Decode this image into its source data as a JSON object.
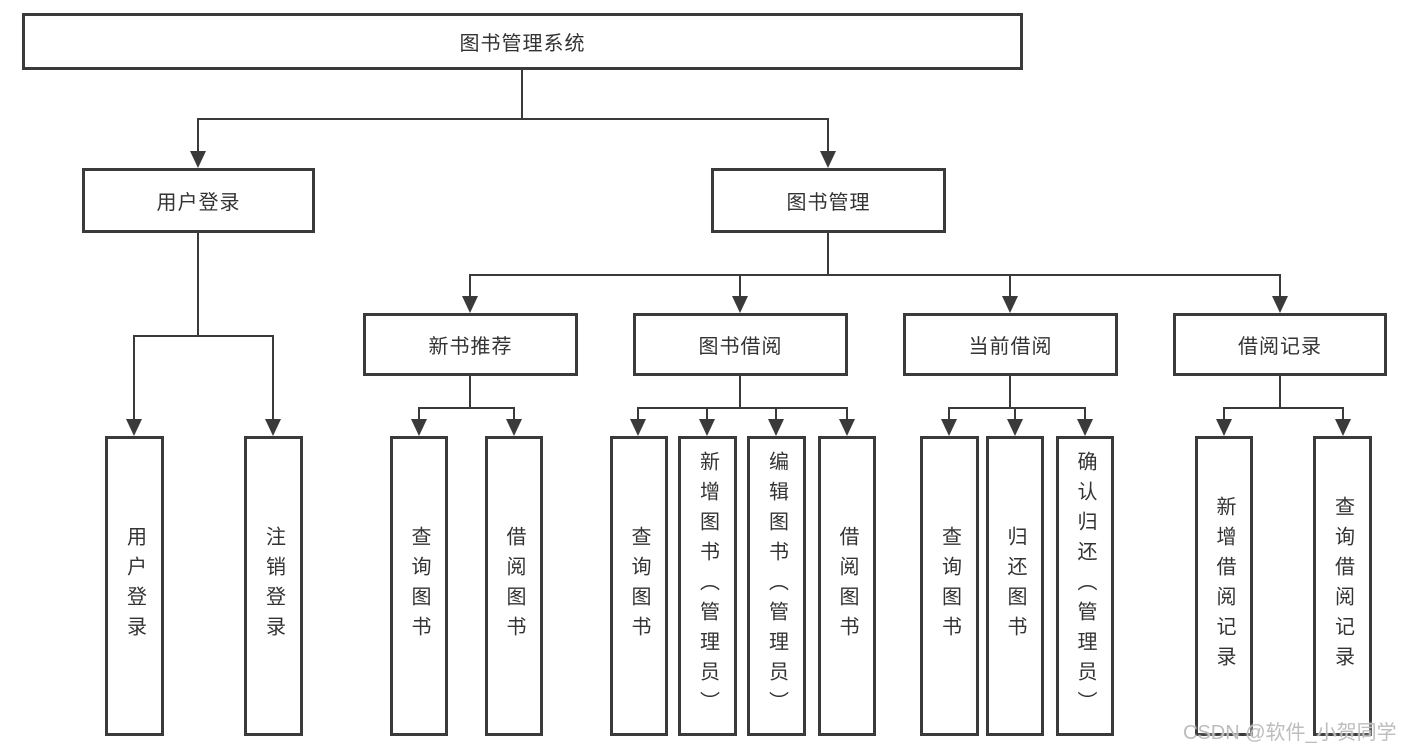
{
  "diagram": {
    "root": "图书管理系统",
    "user_login": {
      "label": "用户登录",
      "children": [
        "用户登录",
        "注销登录"
      ]
    },
    "book_management": {
      "label": "图书管理",
      "children": [
        {
          "label": "新书推荐",
          "children": [
            "查询图书",
            "借阅图书"
          ]
        },
        {
          "label": "图书借阅",
          "children": [
            "查询图书",
            "新增图书（管理员）",
            "编辑图书（管理员）",
            "借阅图书"
          ]
        },
        {
          "label": "当前借阅",
          "children": [
            "查询图书",
            "归还图书",
            "确认归还（管理员）"
          ]
        },
        {
          "label": "借阅记录",
          "children": [
            "新增借阅记录",
            "查询借阅记录"
          ]
        }
      ]
    },
    "colors": {
      "line": "#3a3a3a",
      "text": "#333333",
      "watermark": "#bdbdbd",
      "background": "#ffffff"
    }
  },
  "watermark": "CSDN @软件_小贺同学"
}
